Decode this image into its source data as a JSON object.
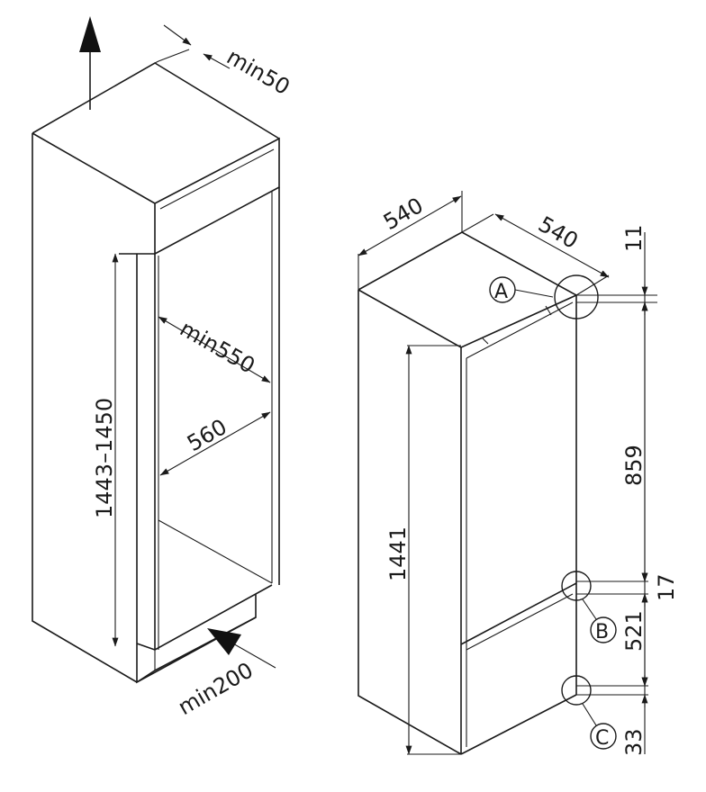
{
  "left_diagram": {
    "dim_top_gap": "min50",
    "dim_depth": "min550",
    "dim_width": "560",
    "dim_height": "1443–1450",
    "dim_bottom_vent": "min200"
  },
  "right_diagram": {
    "dim_width": "540",
    "dim_depth": "540",
    "dim_top": "11",
    "dim_upper": "859",
    "dim_gap": "17",
    "dim_lower": "521",
    "dim_bottom": "33",
    "dim_height": "1441",
    "marker_a": "A",
    "marker_b": "B",
    "marker_c": "C"
  },
  "colors": {
    "ink": "#1a1a1a",
    "background": "#ffffff"
  }
}
